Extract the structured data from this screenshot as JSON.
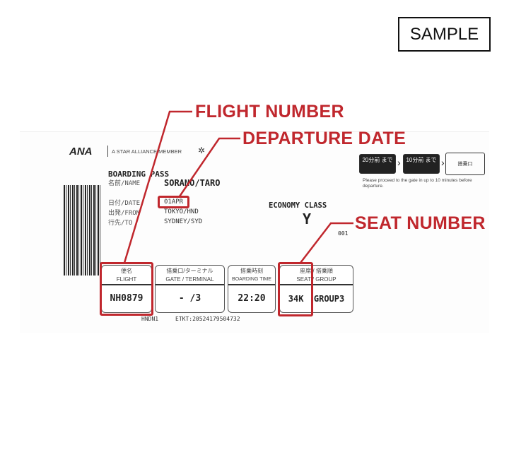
{
  "sample_label": "SAMPLE",
  "annotations": {
    "flight_number": "FLIGHT NUMBER",
    "departure_date": "DEPARTURE DATE",
    "seat_number": "SEAT NUMBER",
    "color": "#c0272d"
  },
  "ticket": {
    "airline": "ANA",
    "alliance": "A STAR ALLIANCE MEMBER",
    "title": "BOARDING PASS",
    "labels": {
      "name": "名前/NAME",
      "date": "日付/DATE",
      "from": "出発/FROM",
      "to": "行先/TO"
    },
    "name": "SORANO/TARO",
    "date": "01APR",
    "from": "TOKYO/HND",
    "to": "SYDNEY/SYD",
    "class": "ECONOMY CLASS",
    "class_code": "Y",
    "seq": "001",
    "steps": [
      "20分前 まで",
      "10分前 まで",
      "搭乗口"
    ],
    "notice": "Please proceed to the gate in up to 10 minutes before departure.",
    "fields": [
      {
        "jp": "便名",
        "en": "FLIGHT",
        "value": "NH0879"
      },
      {
        "jp": "搭乗口/ターミナル",
        "en": "GATE / TERMINAL",
        "value": "- /3"
      },
      {
        "jp": "搭乗時刻",
        "en": "BOARDING TIME",
        "value": "22:20"
      },
      {
        "jp": "座席 / 搭乗順",
        "en": "SEAT / GROUP",
        "value": "34K  GROUP3"
      }
    ],
    "footer_code": "HNDN1",
    "etkt": "ETKT:2052417950473​2"
  }
}
